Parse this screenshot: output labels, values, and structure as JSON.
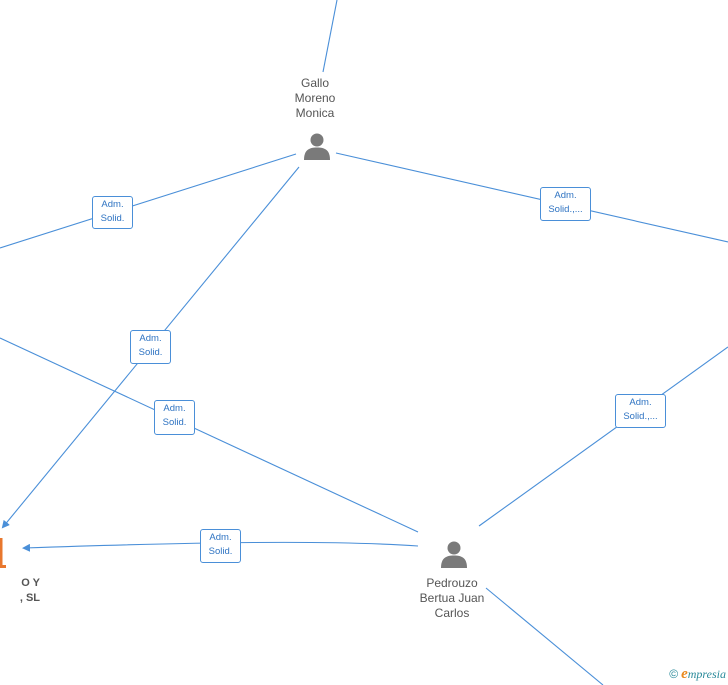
{
  "nodes": {
    "gallo": {
      "label": "Gallo\nMoreno\nMonica"
    },
    "pedrouzo": {
      "label": "Pedrouzo\nBertua Juan\nCarlos"
    },
    "company": {
      "label": "O Y\n, SL"
    }
  },
  "edges": [
    {
      "label": "Adm.\nSolid."
    },
    {
      "label": "Adm.\nSolid.,..."
    },
    {
      "label": "Adm.\nSolid."
    },
    {
      "label": "Adm.\nSolid."
    },
    {
      "label": "Adm.\nSolid.,..."
    },
    {
      "label": "Adm.\nSolid."
    }
  ],
  "watermark": {
    "copyright": "©",
    "brand_initial": "e",
    "brand_rest": "mpresia"
  },
  "colors": {
    "edge": "#4a8fd8",
    "badge_text": "#2e73c2",
    "icon": "#7a7a7a",
    "company_accent": "#e8772e"
  }
}
